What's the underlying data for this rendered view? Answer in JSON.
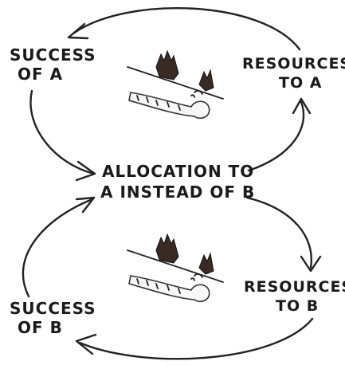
{
  "diagram": {
    "nodes": {
      "success_a": [
        "SUCCESS",
        "OF A"
      ],
      "resources_a": [
        "RESOURCES",
        "TO A"
      ],
      "allocation": [
        "ALLOCATION TO",
        "A INSTEAD OF B"
      ],
      "resources_b": [
        "RESOURCES",
        "TO B"
      ],
      "success_b": [
        "SUCCESS",
        "OF B"
      ]
    },
    "edges": [
      {
        "from": "resources_a",
        "to": "success_a"
      },
      {
        "from": "success_a",
        "to": "allocation"
      },
      {
        "from": "allocation",
        "to": "resources_a"
      },
      {
        "from": "allocation",
        "to": "resources_b"
      },
      {
        "from": "resources_b",
        "to": "success_b"
      },
      {
        "from": "success_b",
        "to": "allocation"
      }
    ],
    "loop_icons": [
      "snowball-hill-icon",
      "snowball-hill-icon"
    ],
    "colors": {
      "ink": "#1a1a1a",
      "tree": "#3a2a24",
      "background": "#ffffff"
    }
  }
}
